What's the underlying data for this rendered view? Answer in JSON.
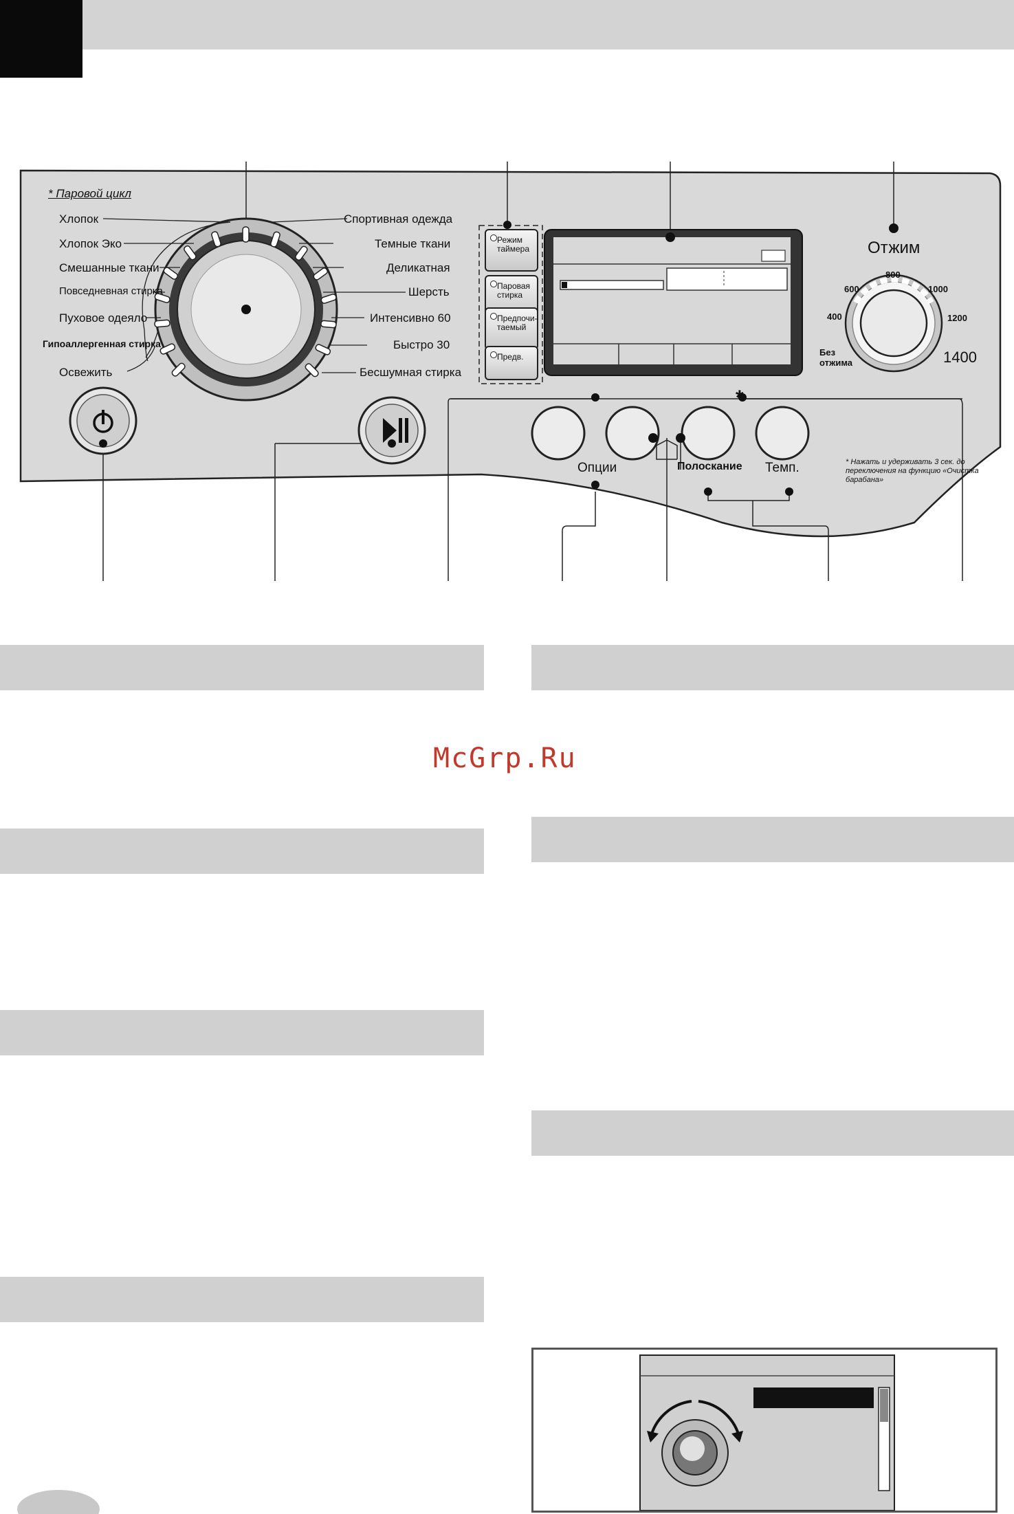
{
  "watermark": "McGrp.Ru",
  "panel": {
    "steam_cycle": "* Паровой цикл",
    "programs_left": [
      "Хлопок",
      "Хлопок Эко",
      "Смешанные ткани",
      "Повседневная стирка",
      "Пуховое одеяло",
      "Гипоаллергенная стирка",
      "Освежить"
    ],
    "programs_right": [
      "Спортивная одежда",
      "Темные ткани",
      "Деликатная",
      "Шерсть",
      "Интенсивно 60",
      "Быстро 30",
      "Бесшумная стирка"
    ],
    "mode_buttons": [
      "Режим таймера",
      "Паровая стирка",
      "Предпочи- таемый",
      "Предв."
    ],
    "spin_title": "Отжим",
    "spin_values": {
      "no_spin": "Без отжима",
      "v400": "400",
      "v600": "600",
      "v800": "800",
      "v1000": "1000",
      "v1200": "1200",
      "v1400": "1400"
    },
    "options_label": "Опции",
    "rinse_label": "Полоскание",
    "temp_label": "Темп.",
    "note": "* Нажать и удерживать 3 сек. до переключения на функцию «Очистка барабана»",
    "star_symbol": "*"
  }
}
